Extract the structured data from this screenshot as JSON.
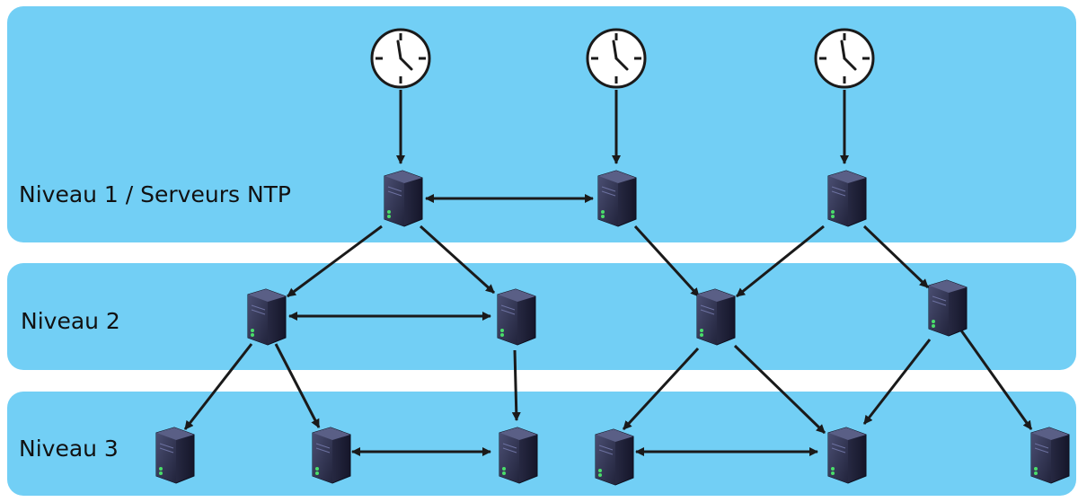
{
  "levels": [
    {
      "label": "Niveau 1 / Serveurs NTP"
    },
    {
      "label": "Niveau 2"
    },
    {
      "label": "Niveau 3"
    }
  ],
  "colors": {
    "band": "#72cff5",
    "arrow": "#1a1a1a",
    "server_body": "#2b2d45",
    "server_led": "#4ade6a",
    "clock_face": "#ffffff"
  },
  "nodes": {
    "clocks": [
      "clock-1",
      "clock-2",
      "clock-3"
    ],
    "level1_servers": [
      "l1-server-a",
      "l1-server-b",
      "l1-server-c"
    ],
    "level2_servers": [
      "l2-server-a",
      "l2-server-b",
      "l2-server-c",
      "l2-server-d"
    ],
    "level3_servers": [
      "l3-server-a",
      "l3-server-b",
      "l3-server-c",
      "l3-server-d",
      "l3-server-e",
      "l3-server-f"
    ]
  },
  "links": [
    {
      "from": "clock-1",
      "to": "l1-server-a",
      "type": "one-way"
    },
    {
      "from": "clock-2",
      "to": "l1-server-b",
      "type": "one-way"
    },
    {
      "from": "clock-3",
      "to": "l1-server-c",
      "type": "one-way"
    },
    {
      "from": "l1-server-a",
      "to": "l1-server-b",
      "type": "two-way"
    },
    {
      "from": "l1-server-a",
      "to": "l2-server-a",
      "type": "one-way"
    },
    {
      "from": "l1-server-a",
      "to": "l2-server-b",
      "type": "one-way"
    },
    {
      "from": "l1-server-b",
      "to": "l2-server-c",
      "type": "one-way"
    },
    {
      "from": "l1-server-c",
      "to": "l2-server-c",
      "type": "one-way"
    },
    {
      "from": "l1-server-c",
      "to": "l2-server-d",
      "type": "one-way"
    },
    {
      "from": "l2-server-a",
      "to": "l2-server-b",
      "type": "two-way"
    },
    {
      "from": "l2-server-a",
      "to": "l3-server-a",
      "type": "one-way"
    },
    {
      "from": "l2-server-a",
      "to": "l3-server-b",
      "type": "one-way"
    },
    {
      "from": "l2-server-b",
      "to": "l3-server-c",
      "type": "one-way"
    },
    {
      "from": "l2-server-c",
      "to": "l3-server-d",
      "type": "one-way"
    },
    {
      "from": "l2-server-c",
      "to": "l3-server-e",
      "type": "one-way"
    },
    {
      "from": "l2-server-d",
      "to": "l3-server-e",
      "type": "one-way"
    },
    {
      "from": "l2-server-d",
      "to": "l3-server-f",
      "type": "one-way"
    },
    {
      "from": "l3-server-b",
      "to": "l3-server-c",
      "type": "two-way"
    },
    {
      "from": "l3-server-d",
      "to": "l3-server-e",
      "type": "two-way"
    }
  ]
}
